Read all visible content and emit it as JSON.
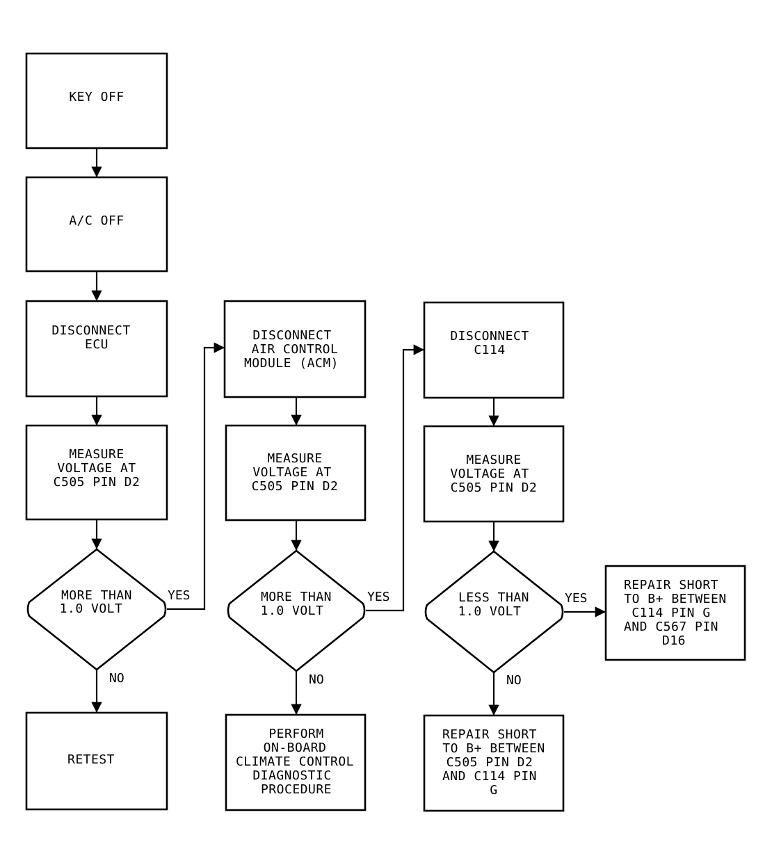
{
  "colors": {
    "ink": "#000000",
    "background": "#ffffff"
  },
  "nodes": {
    "key_off": [
      "KEY OFF"
    ],
    "ac_off": [
      "A/C OFF"
    ],
    "disconnect_ecu": [
      "DISCONNECT",
      "ECU"
    ],
    "measure_1": [
      "MEASURE",
      "VOLTAGE AT",
      "C505 PIN D2"
    ],
    "decision_1": [
      "MORE THAN",
      "1.0 VOLT"
    ],
    "retest": [
      "RETEST"
    ],
    "disconnect_acm": [
      "DISCONNECT",
      "AIR CONTROL",
      "MODULE (ACM)"
    ],
    "measure_2": [
      "MEASURE",
      "VOLTAGE AT",
      "C505 PIN D2"
    ],
    "decision_2": [
      "MORE THAN",
      "1.0 VOLT"
    ],
    "perform_diag": [
      "PERFORM",
      "ON-BOARD",
      "CLIMATE CONTROL",
      "DIAGNOSTIC",
      "PROCEDURE"
    ],
    "disconnect_c114": [
      "DISCONNECT",
      "C114"
    ],
    "measure_3": [
      "MEASURE",
      "VOLTAGE AT",
      "C505 PIN D2"
    ],
    "decision_3": [
      "LESS THAN",
      "1.0 VOLT"
    ],
    "repair_c114_c567": [
      "REPAIR SHORT",
      "TO B+ BETWEEN",
      "C114 PIN G",
      "AND C567 PIN",
      "D16"
    ],
    "repair_c505_c114": [
      "REPAIR SHORT",
      "TO B+ BETWEEN",
      "C505 PIN D2",
      "AND C114 PIN",
      "G"
    ]
  },
  "edge_labels": {
    "yes_1": "YES",
    "no_1": "NO",
    "yes_2": "YES",
    "no_2": "NO",
    "yes_3": "YES",
    "no_3": "NO"
  }
}
